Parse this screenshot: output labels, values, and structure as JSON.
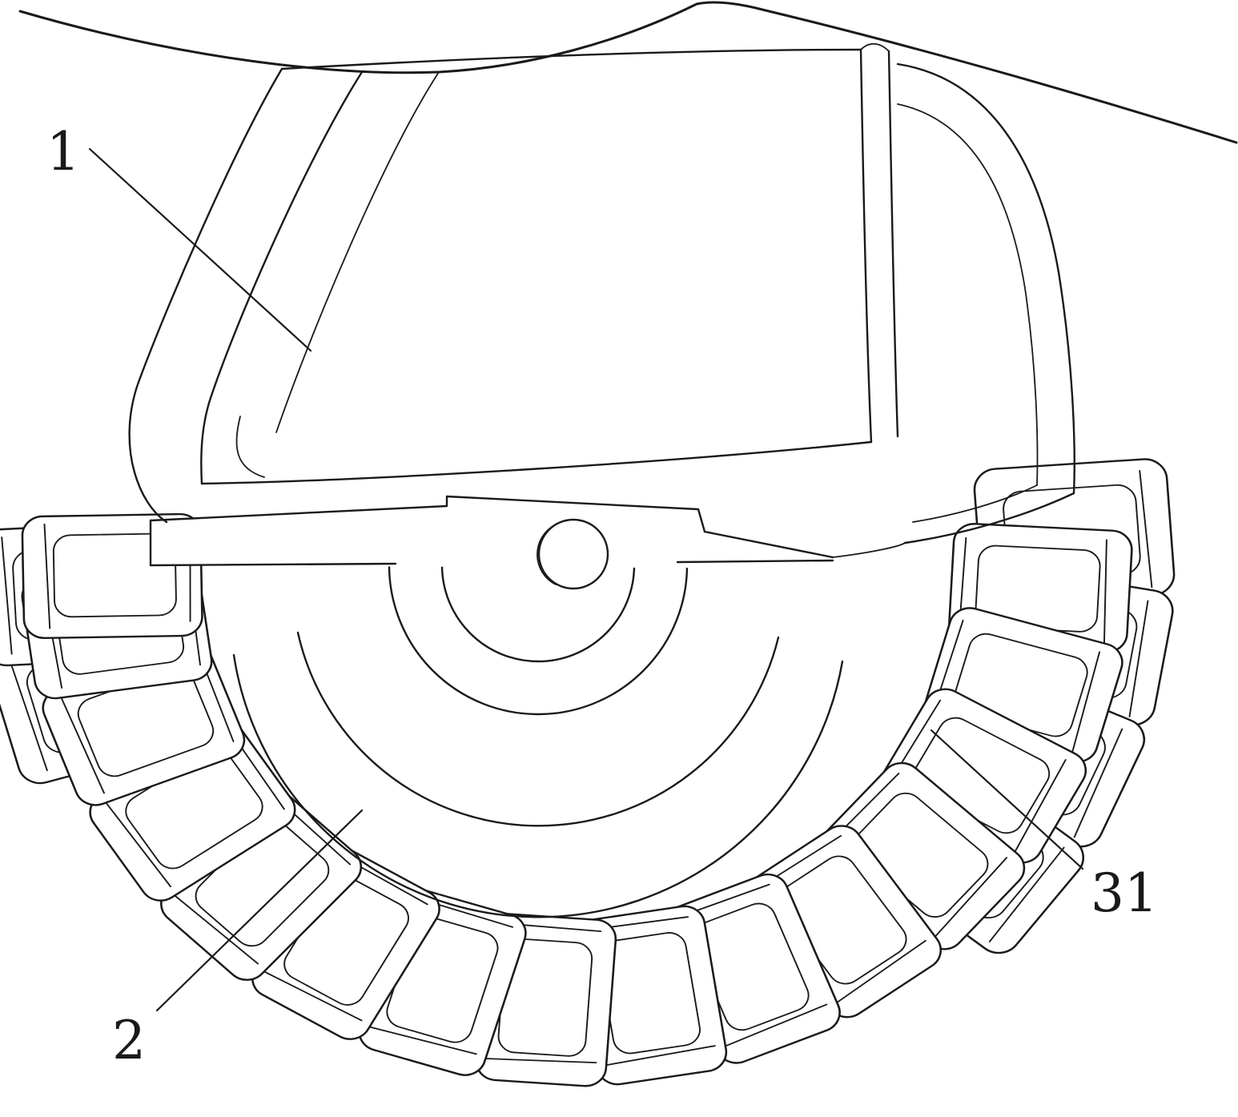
{
  "figure": {
    "type": "patent-line-drawing",
    "description_visible_text_only": true,
    "background_color": "#ffffff",
    "line_color": "#1a1a1a",
    "labels": [
      {
        "id": "1",
        "text": "1"
      },
      {
        "id": "2",
        "text": "2"
      },
      {
        "id": "31",
        "text": "31"
      }
    ]
  }
}
